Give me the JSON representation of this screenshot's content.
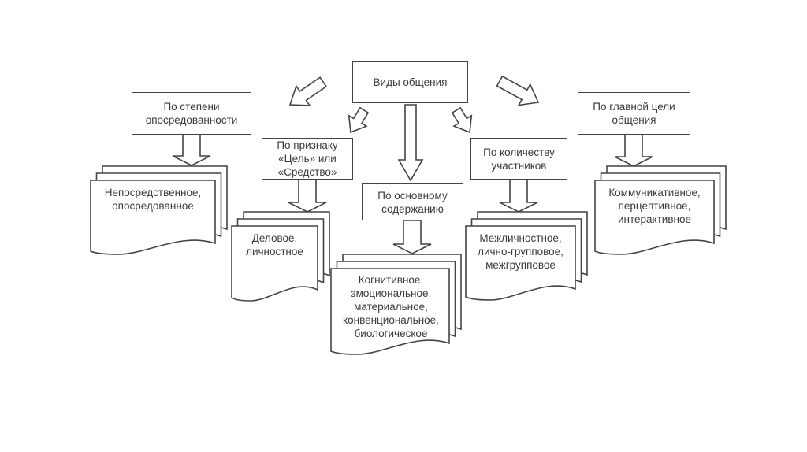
{
  "root": {
    "label": "Виды общения"
  },
  "categories": [
    {
      "id": "mediation",
      "label": "По степени\nопосредованности",
      "types": "Непосредственное,\nопосредованное"
    },
    {
      "id": "goal-means",
      "label": "По признаку\n«Цель» или\n«Средство»",
      "types": "Деловое,\nличностное"
    },
    {
      "id": "content",
      "label": "По основному\nсодержанию",
      "types": "Когнитивное,\nэмоциональное,\nматериальное,\nконвенциональное,\nбиологическое"
    },
    {
      "id": "participants",
      "label": "По количеству\nучастников",
      "types": "Межличностное,\nлично-групповое,\nмежгрупповое"
    },
    {
      "id": "main-goal",
      "label": "По главной цели\nобщения",
      "types": "Коммуникативное,\nперцептивное,\nинтерактивное"
    }
  ],
  "colors": {
    "stroke": "#444444",
    "text": "#3a3a3a",
    "background": "#ffffff"
  }
}
